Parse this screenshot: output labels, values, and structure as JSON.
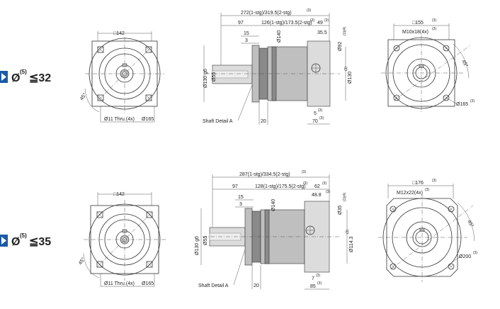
{
  "row1": {
    "ratio_prefix": "Ø",
    "ratio_sup": "(5)",
    "ratio_value": "≦32",
    "front": {
      "square": "□142",
      "holes": "Ø11 Thru.(4x)",
      "pcd": "Ø165",
      "angle": "45°"
    },
    "side": {
      "total": "272(1-stg)/319.5(2-stg)",
      "total_sup": "(3)",
      "len97": "97",
      "mid": "126(1-stg)/173.5(2-stg)",
      "mid_sup": "(3)",
      "len49": "49",
      "len49_sup": "(3)",
      "len15": "15",
      "len3": "3",
      "d140": "Ø140",
      "len35_5": "35.5",
      "d92": "Ø92",
      "d92_sup": "(1)(4)",
      "d130g6": "Ø130 g6",
      "d55": "Ø55",
      "d130": "Ø130",
      "d130_sup": "(3)",
      "len5": "5",
      "len5_sup": "(3)",
      "len70": "70",
      "len70_sup": "(3)",
      "len20": "20",
      "shaft": "Shaft Detail  A"
    },
    "rear": {
      "square": "□155",
      "square_sup": "(3)",
      "thread": "M10x18(4x)",
      "thread_sup": "(3)",
      "pcd": "Ø165",
      "pcd_sup": "(3)",
      "angle": "45°"
    }
  },
  "row2": {
    "ratio_prefix": "Ø",
    "ratio_sup": "(5)",
    "ratio_value": "≦35",
    "front": {
      "square": "□142",
      "holes": "Ø11 Thru.(4x)",
      "pcd": "Ø165",
      "angle": "45°"
    },
    "side": {
      "total": "287(1-stg)/334.5(2-stg)",
      "total_sup": "(3)",
      "len97": "97",
      "mid": "128(1-stg)/175.5(2-stg)",
      "mid_sup": "(3)",
      "len62": "62",
      "len62_sup": "(3)",
      "len15": "15",
      "len3": "3",
      "d140": "Ø140",
      "len48": "48.8",
      "len48_sup": "(3)",
      "d35": "Ø35",
      "d35_sup": "(1)(4)",
      "d130g6": "Ø130 g6",
      "d55": "Ø55",
      "d114": "Ø114.3",
      "d114_sup": "(3)",
      "len7": "7",
      "len7_sup": "(3)",
      "len85": "85",
      "len85_sup": "(3)",
      "len20": "20",
      "shaft": "Shaft Detail  A"
    },
    "rear": {
      "square": "□176",
      "square_sup": "(3)",
      "thread": "M12x22(4x)",
      "thread_sup": "(3)",
      "pcd": "Ø200",
      "pcd_sup": "(3)",
      "angle": "45°"
    }
  }
}
